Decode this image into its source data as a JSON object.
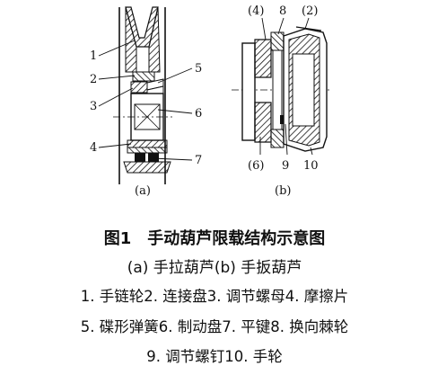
{
  "figure": {
    "labels_a": [
      "1",
      "2",
      "3",
      "4",
      "5",
      "6",
      "7"
    ],
    "labels_b": [
      "(4)",
      "8",
      "(2)",
      "(6)",
      "9",
      "10"
    ],
    "panel_a": "(a)",
    "panel_b": "(b)"
  },
  "caption": {
    "title": "图1　手动葫芦限载结构示意图",
    "sub_a": "(a) 手拉葫芦",
    "sub_b": "(b) 手扳葫芦",
    "legend": [
      "1. 手链轮",
      "2. 连接盘",
      "3. 调节螺母",
      "4. 摩擦片",
      "5. 碟形弹簧",
      "6. 制动盘",
      "7. 平键",
      "8. 换向棘轮",
      "9. 调节螺钉",
      "10. 手轮"
    ]
  }
}
